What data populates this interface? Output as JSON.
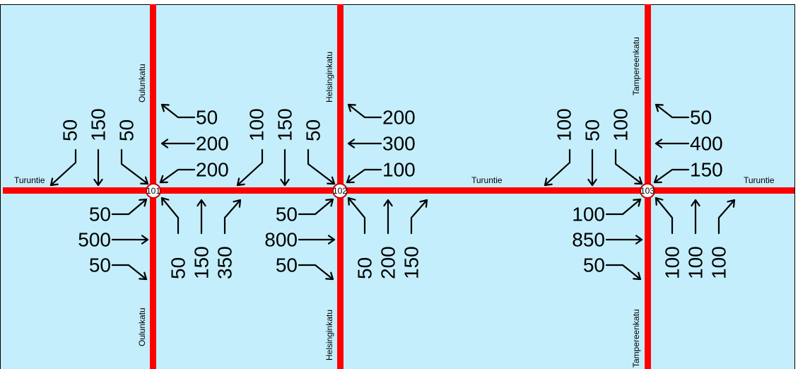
{
  "map": {
    "background": "#c4eefb",
    "border": "#000000",
    "road_color": "#ff0000",
    "streets": {
      "main": "Turuntie",
      "cross_1": "Oulunkatu",
      "cross_2": "Helsinginkatu",
      "cross_3": "Tampereenkatu"
    },
    "nodes": [
      "101",
      "102",
      "103"
    ]
  },
  "flows": {
    "n101": {
      "north_approach": [
        "50",
        "150",
        "50"
      ],
      "east_approach": [
        "50",
        "200",
        "200"
      ],
      "south_approach": [
        "50",
        "150",
        "350"
      ],
      "west_approach": [
        "50",
        "500",
        "50"
      ]
    },
    "n102": {
      "north_approach": [
        "100",
        "150",
        "50"
      ],
      "east_approach": [
        "200",
        "300",
        "100"
      ],
      "south_approach": [
        "50",
        "200",
        "150"
      ],
      "west_approach": [
        "50",
        "800",
        "50"
      ]
    },
    "n103": {
      "north_approach": [
        "100",
        "50",
        "100"
      ],
      "east_approach": [
        "50",
        "400",
        "150"
      ],
      "south_approach": [
        "100",
        "100",
        "100"
      ],
      "west_approach": [
        "100",
        "850",
        "50"
      ]
    }
  }
}
